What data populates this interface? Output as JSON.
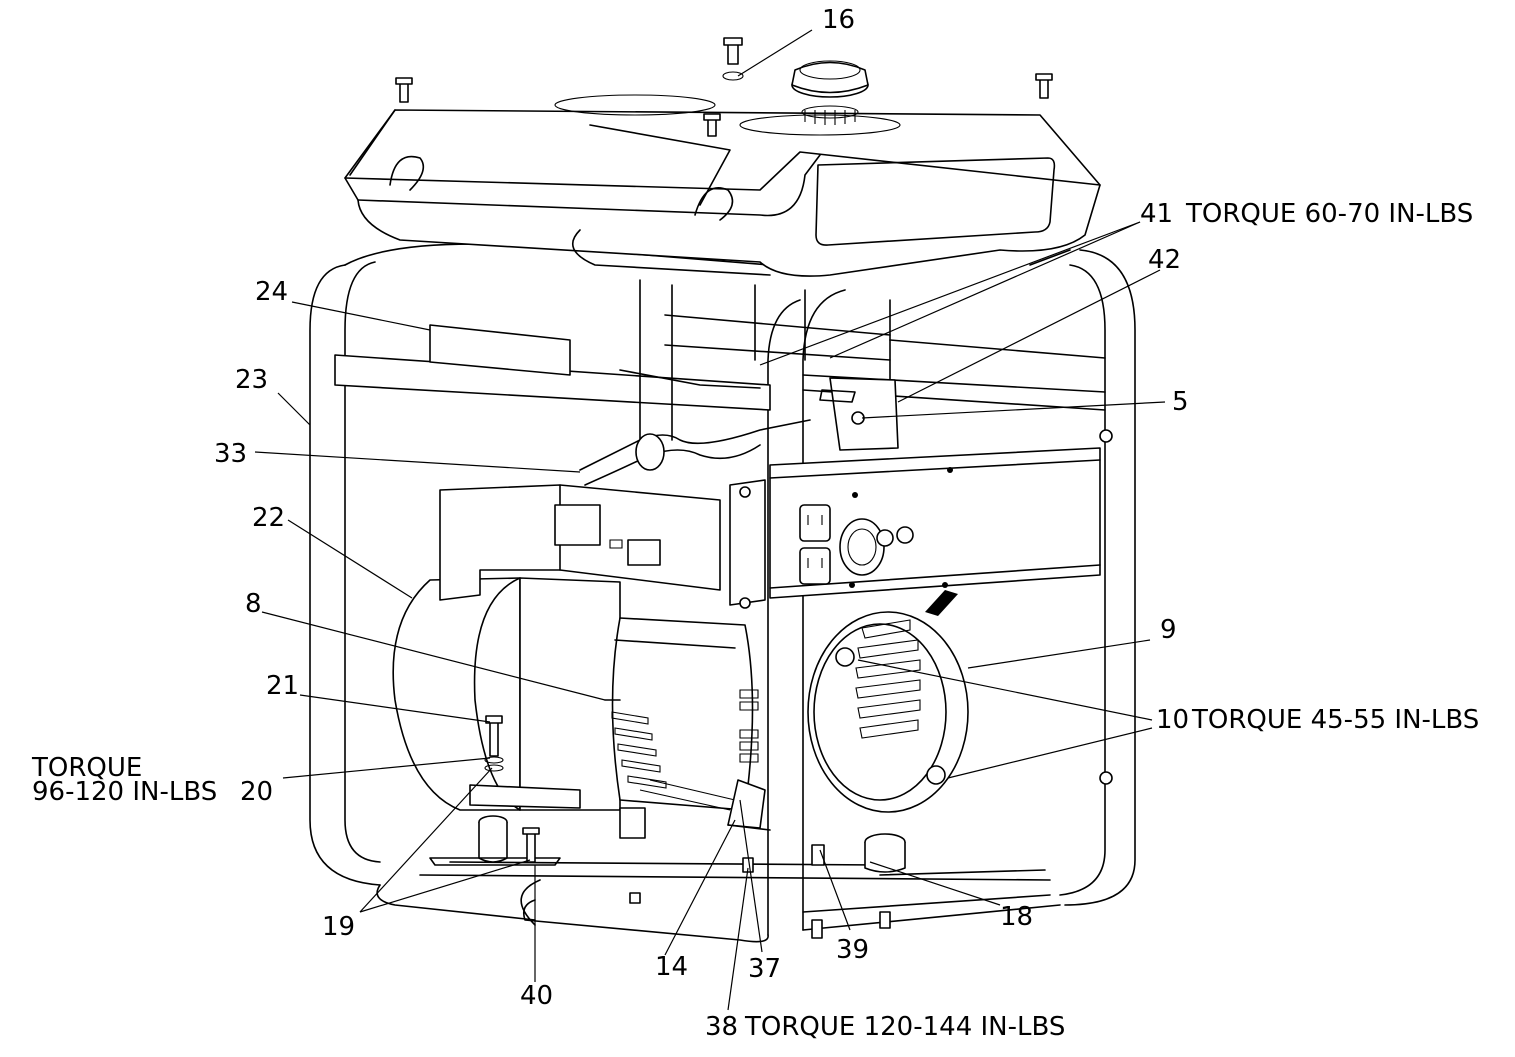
{
  "callouts": {
    "c16": "16",
    "c41": "41",
    "c42": "42",
    "c24": "24",
    "c23": "23",
    "c5": "5",
    "c33": "33",
    "c22": "22",
    "c8": "8",
    "c9": "9",
    "c21": "21",
    "c10": "10",
    "c20": "20",
    "c19": "19",
    "c40": "40",
    "c14": "14",
    "c37": "37",
    "c39": "39",
    "c18": "18",
    "c38": "38"
  },
  "torque_notes": {
    "t41": "TORQUE 60-70 IN-LBS",
    "t10": "TORQUE 45-55 IN-LBS",
    "t20_line1": "TORQUE",
    "t20_line2": "96-120 IN-LBS",
    "t38": "TORQUE 120-144 IN-LBS"
  }
}
